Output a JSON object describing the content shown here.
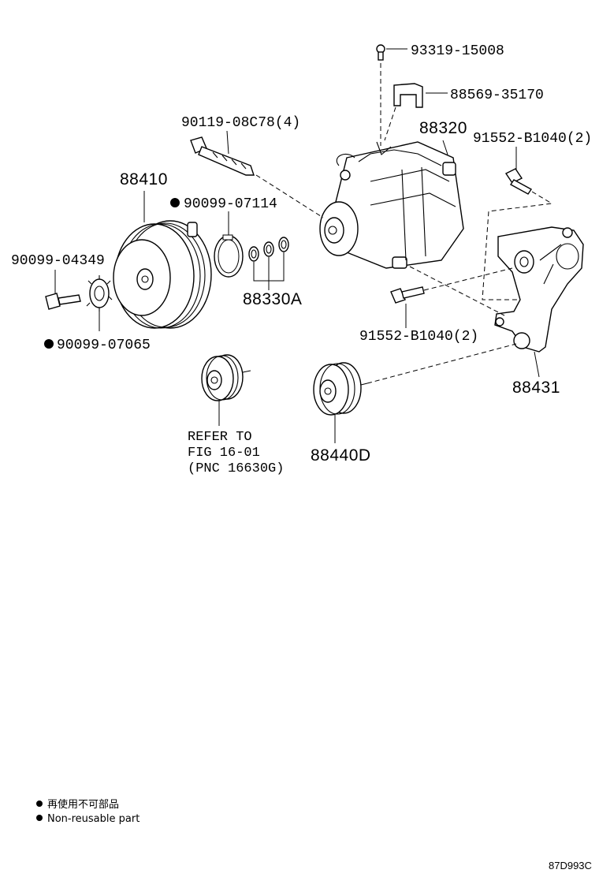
{
  "callouts": {
    "screw_top": "93319-15008",
    "bracket_small": "88569-35170",
    "compressor": "88320",
    "bolt_right_top": "91552-B1040(2)",
    "stud_bolt": "90119-08C78(4)",
    "clutch": "88410",
    "snap_ring": "90099-07114",
    "shims": "88330A",
    "bolt_clutch": "90099-04349",
    "washer_clutch": "90099-07065",
    "bolt_right_bottom": "91552-B1040(2)",
    "bracket_large": "88431",
    "idler_pulley": "88440D"
  },
  "refer_note": {
    "line1": "REFER TO",
    "line2": "FIG 16-01",
    "line3": "(PNC 16630G)"
  },
  "legend": {
    "jp": "再使用不可部品",
    "en": "Non-reusable part"
  },
  "figure_code": "87D993C"
}
